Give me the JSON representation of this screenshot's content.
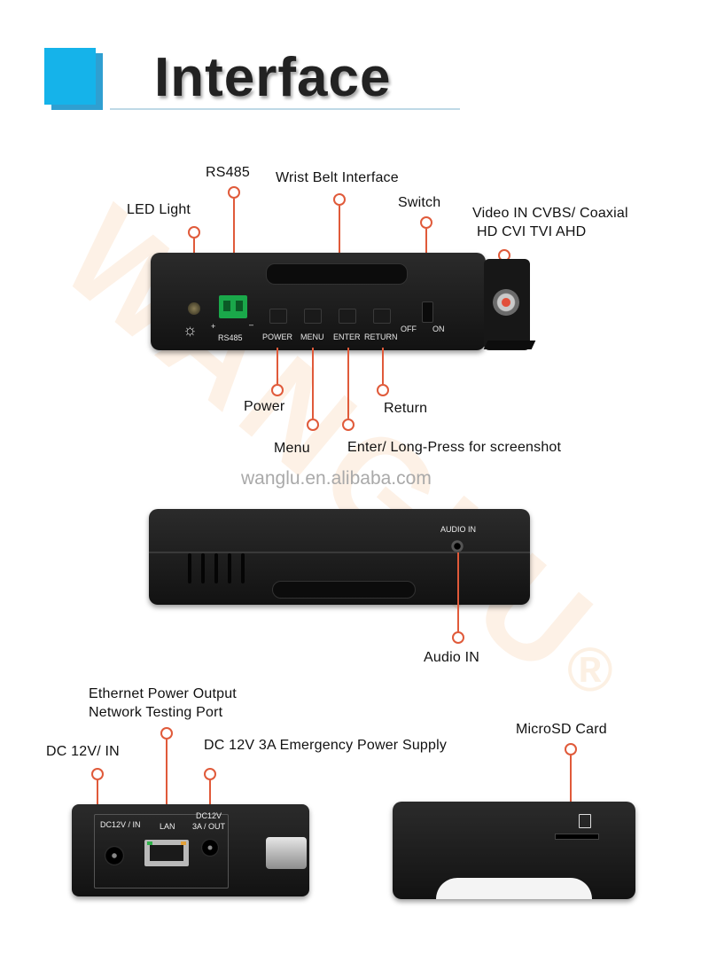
{
  "header": {
    "title": "Interface",
    "accent_color": "#19a8dc"
  },
  "watermark": {
    "brand": "WANGLU",
    "url": "wanglu.en.alibaba.com",
    "registered": "®"
  },
  "front_view": {
    "labels": {
      "rs485": "RS485",
      "wrist_belt": "Wrist Belt Interface",
      "led_light": "LED Light",
      "switch": "Switch",
      "video_in_line1": "Video IN  CVBS/ Coaxial",
      "video_in_line2": "HD CVI TVI AHD",
      "power": "Power",
      "return": "Return",
      "menu": "Menu",
      "enter": "Enter/ Long-Press for screenshot"
    },
    "device_text": {
      "rs485": "RS485",
      "plus": "+",
      "minus": "–",
      "power": "POWER",
      "menu": "MENU",
      "enter": "ENTER",
      "return": "RETURN",
      "off": "OFF",
      "on": "ON"
    }
  },
  "side_view": {
    "device_text": {
      "audio_in": "AUDIO IN"
    },
    "labels": {
      "audio_in": "Audio IN"
    }
  },
  "bottom_view": {
    "labels": {
      "ethernet_line1": "Ethernet Power Output",
      "ethernet_line2": "Network Testing Port",
      "dc_in": "DC 12V/ IN",
      "dc_out": "DC 12V 3A Emergency Power Supply",
      "microsd": "MicroSD Card"
    },
    "device_text": {
      "dc_in": "DC12V / IN",
      "lan": "LAN",
      "dc_out_line1": "DC12V",
      "dc_out_line2": "3A / OUT"
    }
  },
  "colors": {
    "callout": "#e05a3a",
    "device_body": "#1c1c1c"
  }
}
